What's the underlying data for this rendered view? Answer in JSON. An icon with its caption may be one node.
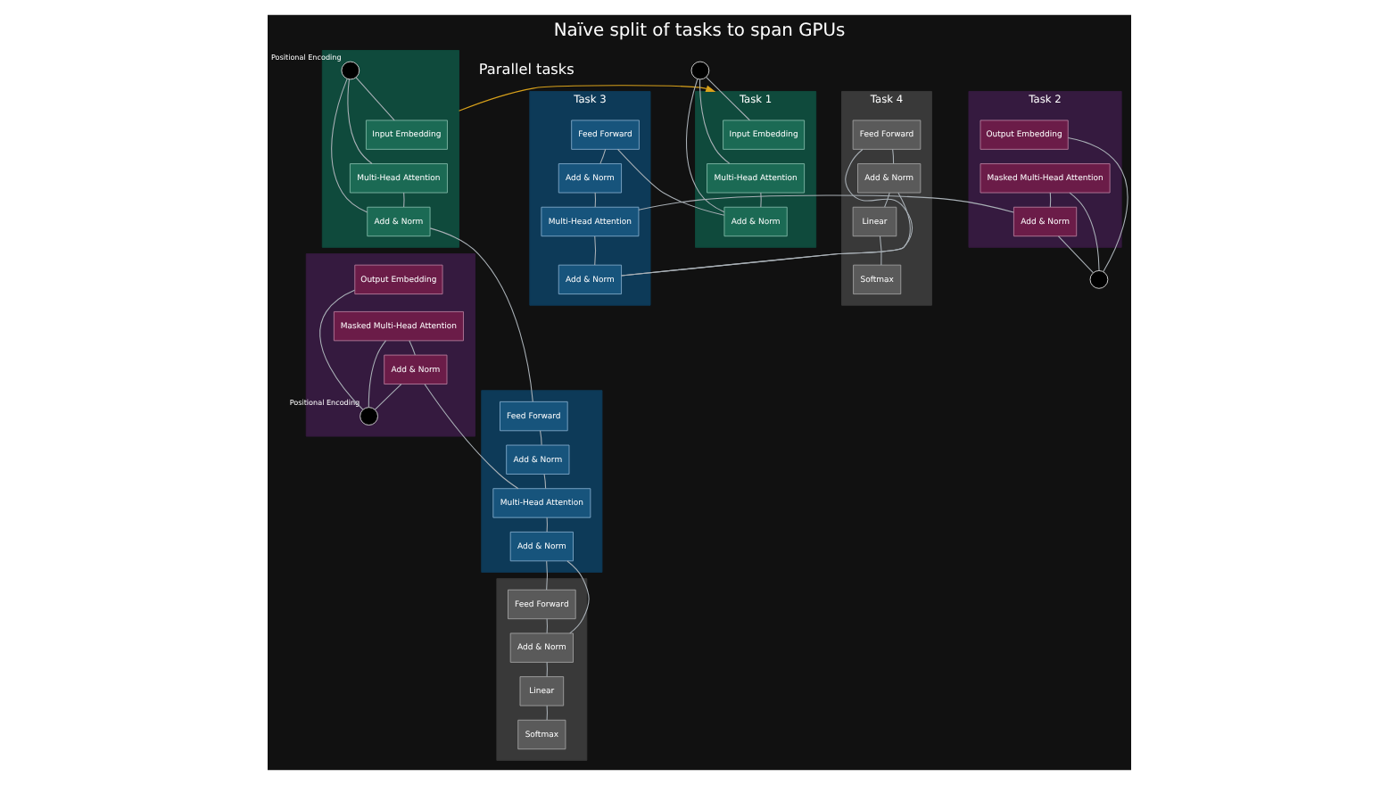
{
  "diagram": {
    "title": "Naïve split of tasks to span GPUs",
    "nodes": [
      {
        "text": [],
        "shape": "band"
      },
      {
        "text": [
          "Input Embedding"
        ],
        "in": 0
      },
      {
        "text": [
          "Multi-Head Attention"
        ],
        "in": 0
      },
      {
        "text": [
          "Add & Norm"
        ],
        "in": 0
      },
      {
        "text": [],
        "shape": "circle",
        "beside": [
          "Positional Encoding"
        ],
        "in": 0
      },
      {
        "text": [],
        "shape": "band"
      },
      {
        "text": [
          "Output Embedding"
        ],
        "in": 5
      },
      {
        "text": [
          "Masked Multi-Head Attention"
        ],
        "in": 5
      },
      {
        "text": [
          "Add & Norm"
        ],
        "in": 5
      },
      {
        "text": [],
        "shape": "circle",
        "beside": [
          "Positional Encoding"
        ],
        "in": 5
      },
      {
        "text": [],
        "shape": "band"
      },
      {
        "text": [
          "Feed Forward"
        ],
        "in": 10
      },
      {
        "text": [
          "Add & Norm"
        ],
        "in": 10
      },
      {
        "text": [
          "Multi-Head Attention"
        ],
        "in": 10
      },
      {
        "text": [
          "Add & Norm"
        ],
        "in": 10
      },
      {
        "text": [],
        "shape": "band"
      },
      {
        "text": [
          "Feed Forward"
        ],
        "in": 15
      },
      {
        "text": [
          "Add & Norm"
        ],
        "in": 15
      },
      {
        "text": [
          "Linear"
        ],
        "in": 15
      },
      {
        "text": [
          "Softmax"
        ],
        "in": 15
      },
      {
        "text": [
          "Task 1"
        ]
      },
      {
        "text": [],
        "shape": "circle"
      },
      {
        "text": [
          "Input Embedding"
        ],
        "in": 20
      },
      {
        "text": [
          "Multi-Head Attention"
        ],
        "in": 20
      },
      {
        "text": [
          "Add & Norm"
        ],
        "in": 20
      },
      {
        "text": [
          "Task 2"
        ]
      },
      {
        "text": [
          "Output Embedding"
        ],
        "in": 25
      },
      {
        "text": [
          "Masked Multi-Head Attention"
        ],
        "in": 25
      },
      {
        "text": [
          "Add & Norm"
        ],
        "in": 25
      },
      {
        "text": [],
        "shape": "circle"
      },
      {
        "text": [
          "Task 3"
        ]
      },
      {
        "text": [
          "Feed Forward"
        ],
        "in": 30
      },
      {
        "text": [
          "Add & Norm"
        ],
        "in": 30
      },
      {
        "text": [
          "Multi-Head Attention"
        ],
        "in": 30
      },
      {
        "text": [
          "Add & Norm"
        ],
        "in": 30
      },
      {
        "text": [
          "Task 4"
        ]
      },
      {
        "text": [
          "Feed Forward"
        ],
        "in": 35
      },
      {
        "text": [
          "Add & Norm"
        ],
        "in": 35
      },
      {
        "text": [
          "Linear"
        ],
        "in": 35
      },
      {
        "text": [
          "Softmax"
        ],
        "in": 35
      }
    ],
    "edges": [
      {
        "from": 0,
        "to": 20,
        "arrow": "to",
        "color": "#d9a21b"
      },
      {
        "from": 4,
        "to": 1,
        "arrow": "none"
      },
      {
        "from": 4,
        "to": 2,
        "arrow": "none"
      },
      {
        "from": 4,
        "to": 3,
        "arrow": "none"
      },
      {
        "from": 2,
        "to": 3,
        "arrow": "none"
      },
      {
        "from": 3,
        "to": 11,
        "arrow": "none"
      },
      {
        "from": 6,
        "to": 9,
        "arrow": "none"
      },
      {
        "from": 7,
        "to": 9,
        "arrow": "none"
      },
      {
        "from": 8,
        "to": 9,
        "arrow": "none"
      },
      {
        "from": 7,
        "to": 8,
        "arrow": "none"
      },
      {
        "from": 8,
        "to": 13,
        "arrow": "none"
      },
      {
        "from": 11,
        "to": 12,
        "arrow": "none"
      },
      {
        "from": 12,
        "to": 13,
        "arrow": "none"
      },
      {
        "from": 13,
        "to": 14,
        "arrow": "none"
      },
      {
        "from": 14,
        "to": 16,
        "arrow": "none"
      },
      {
        "from": 14,
        "to": 17,
        "arrow": "none"
      },
      {
        "from": 16,
        "to": 17,
        "arrow": "none"
      },
      {
        "from": 17,
        "to": 18,
        "arrow": "none"
      },
      {
        "from": 18,
        "to": 19,
        "arrow": "none"
      },
      {
        "from": 21,
        "to": 22,
        "arrow": "none"
      },
      {
        "from": 21,
        "to": 23,
        "arrow": "none"
      },
      {
        "from": 21,
        "to": 24,
        "arrow": "none"
      },
      {
        "from": 23,
        "to": 24,
        "arrow": "none"
      },
      {
        "from": 24,
        "to": 31,
        "arrow": "none"
      },
      {
        "from": 26,
        "to": 29,
        "arrow": "none"
      },
      {
        "from": 27,
        "to": 29,
        "arrow": "none"
      },
      {
        "from": 28,
        "to": 29,
        "arrow": "none"
      },
      {
        "from": 27,
        "to": 28,
        "arrow": "none"
      },
      {
        "from": 28,
        "to": 33,
        "arrow": "none"
      },
      {
        "from": 31,
        "to": 32,
        "arrow": "none"
      },
      {
        "from": 32,
        "to": 33,
        "arrow": "none"
      },
      {
        "from": 33,
        "to": 34,
        "arrow": "none"
      },
      {
        "from": 34,
        "to": 36,
        "arrow": "none"
      },
      {
        "from": 34,
        "to": 37,
        "arrow": "none"
      },
      {
        "from": 36,
        "to": 37,
        "arrow": "none"
      },
      {
        "from": 37,
        "to": 38,
        "arrow": "none"
      },
      {
        "from": 38,
        "to": 39,
        "arrow": "none"
      }
    ],
    "labels": [
      "Parallel tasks"
    ]
  }
}
